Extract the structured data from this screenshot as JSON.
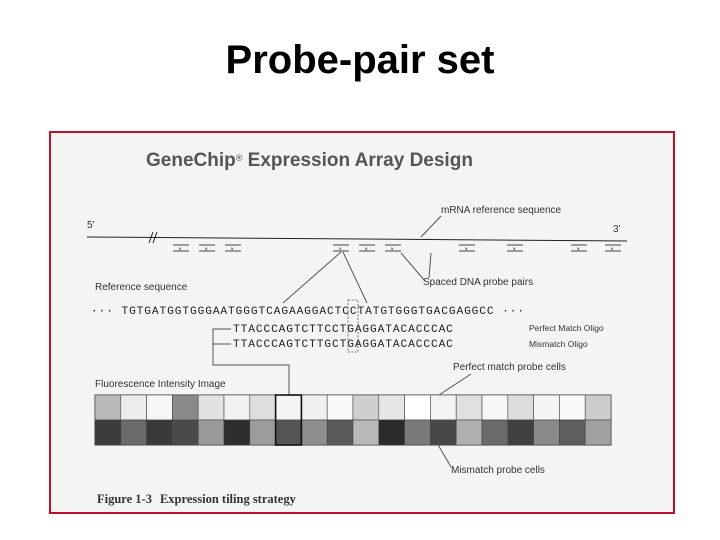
{
  "slide": {
    "title": "Probe-pair set"
  },
  "figure": {
    "header_brand": "GeneChip",
    "header_registered": "®",
    "header_rest": " Expression Array Design",
    "mrna_label": "mRNA reference sequence",
    "five_prime": "5'",
    "three_prime": "3'",
    "spaced_pairs_label": "Spaced DNA probe pairs",
    "reference_label": "Reference sequence",
    "reference_sequence": "··· TGTGATGGTGGGAATGGGTCAGAAGGACTCCTATGTGGGTGACGAGGCC ···",
    "pm_sequence": "TTACCCAGTCTTCCTGAGGATACACCCAC",
    "mm_sequence": "TTACCCAGTCTTGCTGAGGATACACCCAC",
    "pm_label": "Perfect Match Oligo",
    "mm_label": "Mismatch Oligo",
    "fluorescence_label": "Fluorescence Intensity Image",
    "pm_cells_label": "Perfect match probe cells",
    "mm_cells_label": "Mismatch probe cells",
    "caption_number": "Figure 1-3",
    "caption_text": "Expression tiling strategy",
    "colors": {
      "frame_border": "#c0102a",
      "background": "#f4f4f2"
    },
    "pm_cell_shades": [
      "#b9b9b9",
      "#ececec",
      "#f6f6f6",
      "#8a8a8a",
      "#e2e2e2",
      "#f2f2f2",
      "#dedede",
      "#f4f4f4",
      "#f0f0f0",
      "#fafafa",
      "#cfcfcf",
      "#e6e6e6",
      "#ffffff",
      "#f3f3f3",
      "#e0e0e0",
      "#f7f7f7",
      "#dcdcdc",
      "#f5f5f5",
      "#fafafa",
      "#cccccc"
    ],
    "mm_cell_shades": [
      "#3c3c3c",
      "#6a6a6a",
      "#3a3a3a",
      "#4a4a4a",
      "#9a9a9a",
      "#2e2e2e",
      "#9c9c9c",
      "#555555",
      "#8e8e8e",
      "#5a5a5a",
      "#b8b8b8",
      "#2a2a2a",
      "#7a7a7a",
      "#484848",
      "#b0b0b0",
      "#6a6a6a",
      "#404040",
      "#8a8a8a",
      "#5e5e5e",
      "#a0a0a0"
    ]
  }
}
